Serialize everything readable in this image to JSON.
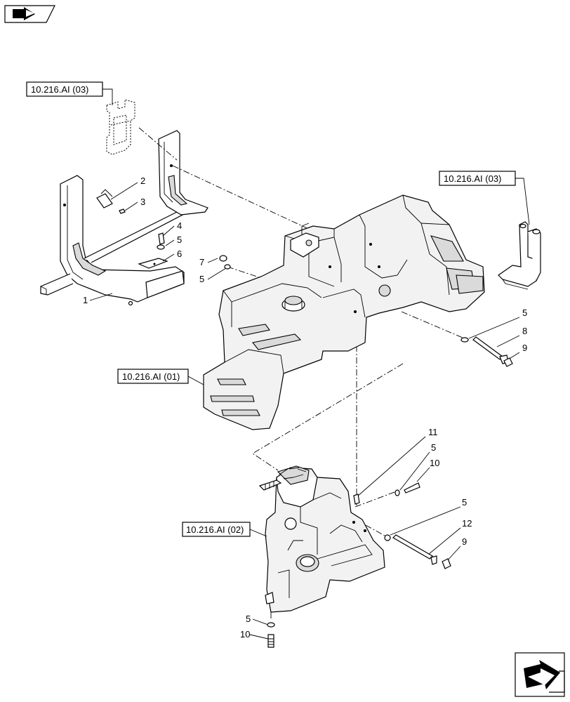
{
  "references": {
    "top_left": "10.216.AI (03)",
    "top_right": "10.216.AI (03)",
    "middle_left": "10.216.AI (01)",
    "bottom_left": "10.216.AI (02)"
  },
  "callouts": {
    "c1": "1",
    "c2": "2",
    "c3": "3",
    "c4": "4",
    "c5a": "5",
    "c6": "6",
    "c7": "7",
    "c5b": "5",
    "c5c": "5",
    "c8": "8",
    "c9a": "9",
    "c11": "11",
    "c5d": "5",
    "c10a": "10",
    "c5e": "5",
    "c12": "12",
    "c9b": "9",
    "c5f": "5",
    "c10b": "10"
  },
  "icons": {
    "top_left": "book-arrow-icon",
    "bottom_right": "next-page-arrow-icon"
  }
}
